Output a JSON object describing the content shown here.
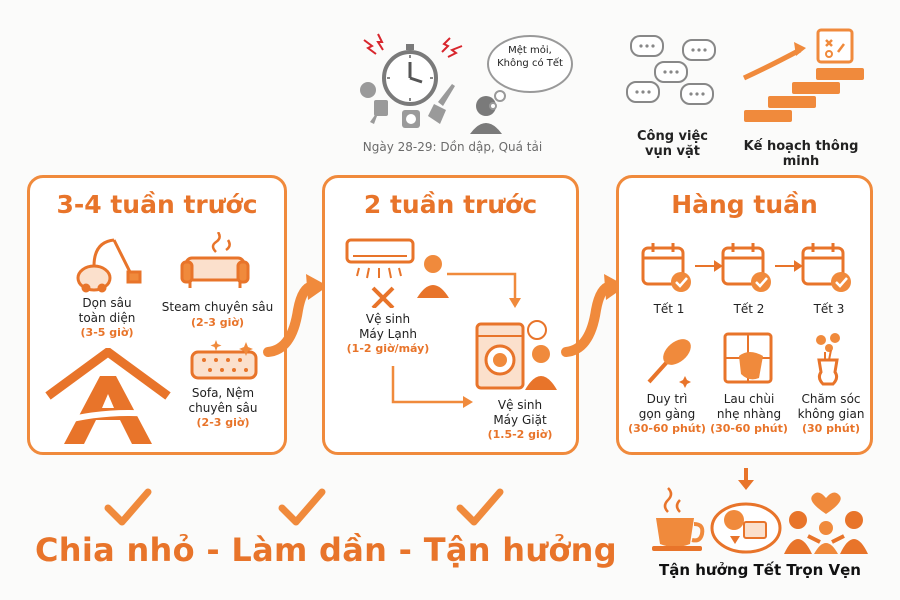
{
  "header": {
    "stress_bubble": [
      "Mệt mỏi,",
      "Không có Tết"
    ],
    "stress_caption": "Ngày 28-29: Dồn dập, Quá tải",
    "small_tasks": [
      "Công việc",
      "vụn vặt"
    ],
    "smart_plan": "Kế hoạch thông minh"
  },
  "stage1": {
    "title": "3-4 tuần trước",
    "items": [
      {
        "label": [
          "Dọn sâu",
          "toàn diện"
        ],
        "duration": "(3-5 giờ)"
      },
      {
        "label": [
          "Steam chuyên sâu"
        ],
        "duration": "(2-3 giờ)"
      },
      {
        "label": [
          "Sofa, Nệm",
          "chuyên sâu"
        ],
        "duration": "(2-3 giờ)"
      }
    ]
  },
  "stage2": {
    "title": "2 tuần trước",
    "items": [
      {
        "label": [
          "Vệ sinh",
          "Máy Lạnh"
        ],
        "duration": "(1-2 giờ/máy)"
      },
      {
        "label": [
          "Vệ sinh",
          "Máy Giặt"
        ],
        "duration": "(1.5-2 giờ)"
      }
    ]
  },
  "stage3": {
    "title": "Hàng tuần",
    "weeks": [
      "Tết 1",
      "Tết 2",
      "Tết 3"
    ],
    "items": [
      {
        "label": [
          "Duy trì",
          "gọn gàng"
        ],
        "duration": "(30-60 phút)"
      },
      {
        "label": [
          "Lau chùi",
          "nhẹ nhàng"
        ],
        "duration": "(30-60 phút)"
      },
      {
        "label": [
          "Chăm sóc",
          "không gian"
        ],
        "duration": "(30 phút)"
      }
    ]
  },
  "footer": {
    "tagline": "Chia nhỏ - Làm dần - Tận hưởng",
    "enjoy": "Tận hưởng Tết Trọn Vẹn"
  },
  "colors": {
    "accent": "#f08a3c",
    "accent_dark": "#e8742a",
    "grey": "#8a8a8a"
  }
}
